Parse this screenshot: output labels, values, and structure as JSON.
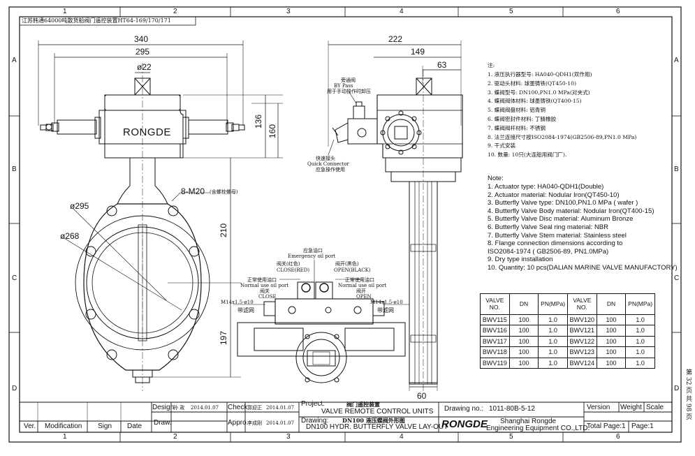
{
  "sheet": {
    "top_title": "江苏韩通64000吨散货船阀门遥控装置HT64-169/170/171",
    "col_numbers": [
      "1",
      "2",
      "3",
      "4",
      "5",
      "6"
    ],
    "row_letters": [
      "A",
      "B",
      "C",
      "D"
    ],
    "side_note": "第 32 页 共 98 页"
  },
  "front_view": {
    "overall_width": "340",
    "bolt_width": "295",
    "shaft_dia": "ø22",
    "actuator_height": "136",
    "actuator_height2": "160",
    "body_half_upper": "210",
    "body_half_lower": "197",
    "bolt_spec": "8-M20",
    "bolt_note": "(含螺栓螺母)",
    "outer_dia": "ø295",
    "inner_dia": "ø268",
    "brand": "RONGDE"
  },
  "side_view": {
    "width": "222",
    "width2": "149",
    "width3": "63",
    "stem_width": "60",
    "bypass_cn": "旁通阀",
    "bypass_en": "BY Pass",
    "bypass_use": "用于手动操作时卸压",
    "quick_cn": "快速接头",
    "quick_en": "Quick Connector",
    "quick_use": "应急操作使用"
  },
  "port_detail": {
    "emergency_cn": "应急油口",
    "emergency_en": "Emergency oil port",
    "close_red_cn": "阀关(红色)",
    "close_red_en": "CLOSE(RED)",
    "open_black_cn": "阀开(黑色)",
    "open_black_en": "OPEN(BLACK)",
    "normal_left_cn": "正常使用油口",
    "normal_left_en": "Normal use oil port",
    "normal_left_close_cn": "阀关",
    "normal_left_close_en": "CLOSE",
    "normal_right_cn": "正常使用油口",
    "normal_right_en": "Normal use oil port",
    "normal_right_open_cn": "阀开",
    "normal_right_open_en": "OPEN",
    "thread_left": "M14x1.5-ø10",
    "thread_right": "M14x1.5-ø10",
    "filter_left": "带滤网",
    "filter_right": "带滤网"
  },
  "notes_cn": {
    "heading": "注:",
    "items": [
      "1. 液压执行器型号: HA040-QDH1(双作用)",
      "2. 驱动头材料: 球墨铸铁(QT450-10)",
      "3. 蝶阀型号: DN100,PN1.0 MPa(对夹式)",
      "4. 蝶阀阀体材料: 球墨铸铁(QT400-15)",
      "5. 蝶阀阀盘材料: 铝青铜",
      "6. 蝶阀密封件材料: 丁腈橡胶",
      "7. 蝶阀阀杆材料: 不锈钢",
      "8. 法兰连接尺寸按ISO2084-1974(GB2506-89,PN1.0 MPa)",
      "9. 干式安装",
      "10. 数量: 10只(大连船用阀门厂)."
    ]
  },
  "notes_en": {
    "heading": "Note:",
    "items": [
      "1. Actuator type: HA040-QDH1(Double)",
      "2. Actuator material: Nodular Iron(QT450-10)",
      "3. Butterfly Valve type: DN100,PN1.0 MPa ( wafer )",
      "4. Butterfly Valve Body material: Nodular Iron(QT400-15)",
      "5. Butterfly Valve Disc material: Aluminum Bronze",
      "6. Butterfly Valve Seal ring material: NBR",
      "7. Butterfly Valve Stem material: Stainless steel",
      "8. Flange connection dimensions according to",
      "ISO2084-1974 ( GB2506-89, PN1.0MPa)",
      "9. Dry type installation",
      "10. Quantity: 10 pcs(DALIAN MARINE VALVE MANUFACTORY)"
    ]
  },
  "valve_table": {
    "headers": [
      "VALVE NO.",
      "DN",
      "PN(MPa)",
      "VALVE NO.",
      "DN",
      "PN(MPa)"
    ],
    "rows": [
      [
        "BWV115",
        "100",
        "1.0",
        "BWV120",
        "100",
        "1.0"
      ],
      [
        "BWV116",
        "100",
        "1.0",
        "BWV121",
        "100",
        "1.0"
      ],
      [
        "BWV117",
        "100",
        "1.0",
        "BWV122",
        "100",
        "1.0"
      ],
      [
        "BWV118",
        "100",
        "1.0",
        "BWV123",
        "100",
        "1.0"
      ],
      [
        "BWV119",
        "100",
        "1.0",
        "BWV124",
        "100",
        "1.0"
      ]
    ]
  },
  "title_block": {
    "ver": "Ver.",
    "modification": "Modification",
    "sign": "Sign",
    "date": "Date",
    "design": "Design",
    "design_name": "孙 政",
    "design_date": "2014.01.07",
    "draw": "Draw.",
    "check": "Check",
    "check_name": "郭迎正",
    "check_date": "2014.01.07",
    "appro": "Appro.",
    "appro_name": "李成刚",
    "appro_date": "2014.01.07",
    "project_label": "Project:",
    "project_cn": "阀门遥控装置",
    "project_en": "VALVE REMOTE CONTROL UNITS",
    "drawing_label": "Drawing:",
    "drawing_cn": "DN100 液压蝶阀外形图",
    "drawing_en": "DN100 HYDR. BUTTERFLY VALVE LAY-OUT",
    "drawing_no_label": "Drawing no.:",
    "drawing_no": "1011-80B-5-12",
    "logo": "RONGDE",
    "company_1": "Shanghai Rongde",
    "company_2": "Engineering Equipment CO.,LTD.",
    "version_label": "Version",
    "weight_label": "Weight",
    "scale_label": "Scale",
    "total_page": "Total Page:1",
    "page": "Page:1"
  }
}
